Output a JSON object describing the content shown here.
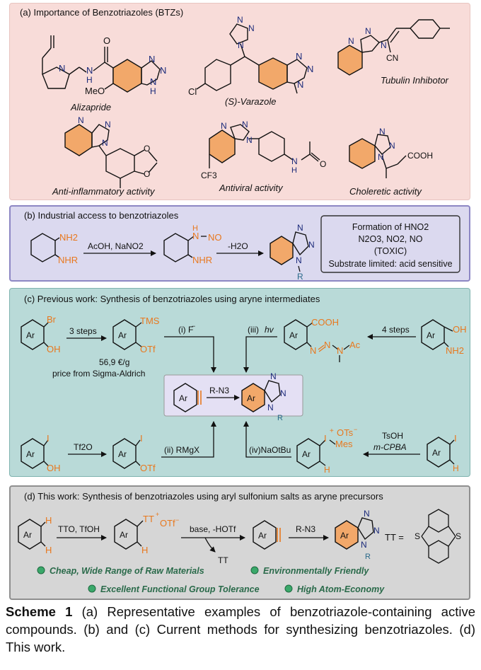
{
  "panel_a": {
    "title": "(a) Importance of Benzotriazoles (BTZs)",
    "compounds": [
      {
        "name": "Alizapride",
        "atoms": [
          "O",
          "N",
          "H",
          "N",
          "N",
          "N",
          "H",
          "MeO"
        ]
      },
      {
        "name": "(S)-Varazole",
        "atoms": [
          "N",
          "N",
          "N",
          "Cl",
          "N",
          "N",
          "N"
        ]
      },
      {
        "name": "Tubulin Inhibotor",
        "atoms": [
          "N",
          "N",
          "N",
          "CN"
        ]
      },
      {
        "name": "Anti-inflammatory activity",
        "atoms": [
          "N",
          "N",
          "N",
          "O",
          "O"
        ]
      },
      {
        "name": "Antiviral activity",
        "atoms": [
          "N",
          "N",
          "N",
          "CF3",
          "N",
          "H",
          "O"
        ]
      },
      {
        "name": "Choleretic activity",
        "atoms": [
          "N",
          "N",
          "N",
          "COOH"
        ]
      }
    ]
  },
  "panel_b": {
    "title": "(b) Industrial access to benzotriazoles",
    "sm_nh2": "NH2",
    "sm_nhr": "NHR",
    "reagent1": "AcOH, NaNO2",
    "int_h": "H",
    "int_n": "N",
    "int_no": "NO",
    "int_nhr": "NHR",
    "reagent2": "-H2O",
    "prod_n1": "N",
    "prod_n2": "N",
    "prod_n3": "N",
    "prod_r": "R",
    "box": [
      "Formation of HNO2",
      "N2O3, NO2, NO",
      "(TOXIC)",
      "Substrate limited: acid sensitive"
    ]
  },
  "panel_c": {
    "title": "(c) Previous work: Synthesis of benzotriazoles using aryne intermediates",
    "ar": "Ar",
    "br": "Br",
    "oh": "OH",
    "steps3": "3 steps",
    "tms": "TMS",
    "otf": "OTf",
    "price": "56,9 €/g",
    "price_source": "price from Sigma-Aldrich",
    "route_i": "(i) F",
    "route_i_sup": "−",
    "route_iii": "(iii)",
    "hv": "hv",
    "cooh": "COOH",
    "triazene_n": "N",
    "ac": "Ac",
    "steps4": "4 steps",
    "oh2": "OH",
    "nh2": "NH2",
    "center_reagent": "R-N3",
    "center_n": "N",
    "center_r": "R",
    "iodo": "I",
    "tf2o": "Tf2O",
    "route_ii": "(ii) RMgX",
    "route_iv": "(iv)NaOtBu",
    "iodonium_plus": "+",
    "ots": "OTs",
    "ots_sup": "−",
    "mes": "Mes",
    "h": "H",
    "tsoh": "TsOH",
    "mcpba": "m-CPBA"
  },
  "panel_d": {
    "title": "(d) This work: Synthesis of benzotriazoles using aryl sulfonium salts as aryne precursors",
    "ar": "Ar",
    "h": "H",
    "reagent1": "TTO, TfOH",
    "tt_plus": "TT",
    "tt_sup": "+",
    "otf": "OTf",
    "otf_sup": "−",
    "reagent2": "base, -HOTf",
    "byproduct": "TT",
    "reagent3": "R-N3",
    "prod_n": "N",
    "prod_r": "R",
    "tt_eq": "TT =",
    "s": "S",
    "features": [
      "Cheap, Wide Range of Raw Materials",
      "Environmentally Friendly",
      "Excellent Functional Group Tolerance",
      "High Atom-Economy"
    ]
  },
  "caption": {
    "label": "Scheme 1",
    "text": "(a) Representative examples of benzotriazole-containing active compounds. (b) and (c) Current methods for synthesizing benzotriazoles. (d) This work."
  },
  "colors": {
    "orange": "#e8781e",
    "navy": "#1b2a7a",
    "teal": "#2a6a8a",
    "aryne_box": "#e4e0f4",
    "bullet": "#3aa86a"
  }
}
